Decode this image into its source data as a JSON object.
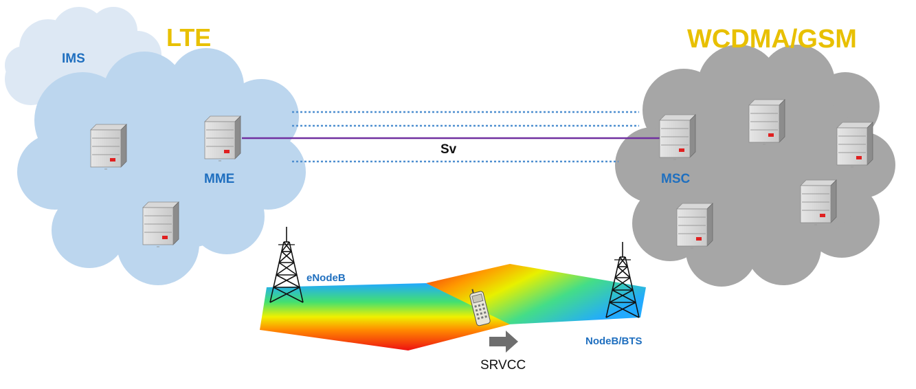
{
  "labels": {
    "lte": "LTE",
    "wcdma_gsm": "WCDMA/GSM",
    "ims": "IMS",
    "mme": "MME",
    "msc": "MSC",
    "sv": "Sv",
    "enodeb": "eNodeB",
    "nodeb_bts": "NodeB/BTS",
    "srvcc": "SRVCC"
  },
  "colors": {
    "title": "#e8c000",
    "node_label": "#1f6fbf",
    "lte_cloud": "#bcd6ee",
    "ims_cloud": "#dde8f4",
    "wcdma_cloud": "#a6a6a6",
    "sv_link": "#7030a0",
    "dotted_link": "#4f8fd0",
    "arrow": "#6e6e6e"
  },
  "icons": [
    "server-icon",
    "cell-tower-icon",
    "mobile-phone-icon",
    "right-arrow-icon"
  ]
}
